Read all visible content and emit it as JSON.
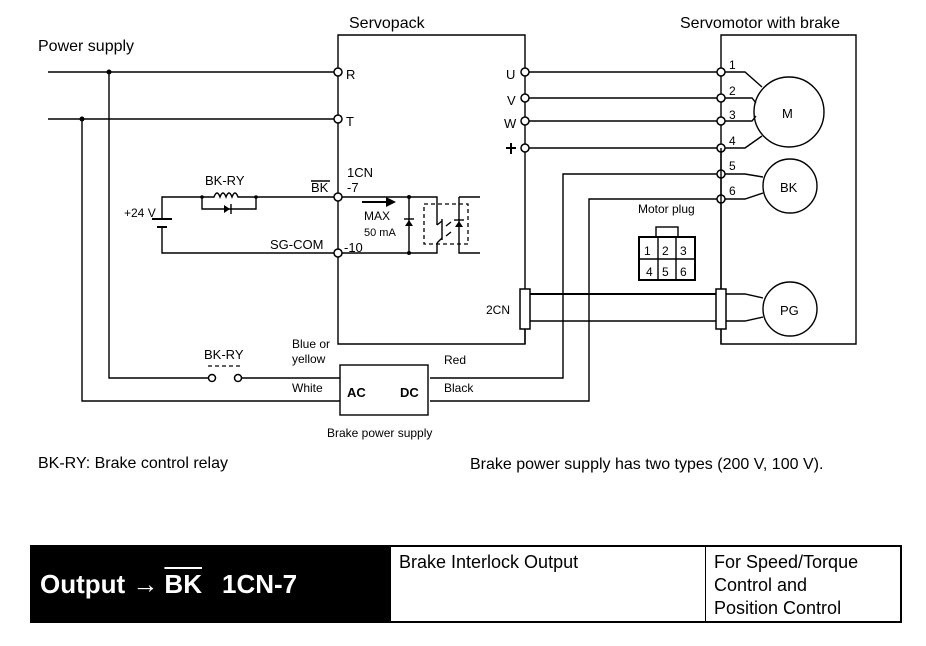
{
  "title_labels": {
    "power_supply": "Power supply",
    "servopack": "Servopack",
    "servomotor": "Servomotor with brake"
  },
  "servopack_terminals": {
    "r": "R",
    "t": "T",
    "u": "U",
    "v": "V",
    "w": "W",
    "ground": "⏚",
    "cn1": "1CN",
    "pin7": "-7",
    "pin10": "-10",
    "cn2": "2CN"
  },
  "control_circuit": {
    "relay_label": "BK-RY",
    "voltage": "+24 V",
    "bk_signal": "BK",
    "sg_com": "SG-COM",
    "max_label": "MAX",
    "current_label": "50 mA"
  },
  "motor": {
    "pins": [
      "1",
      "2",
      "3",
      "4",
      "5",
      "6"
    ],
    "motor_label": "M",
    "brake_label": "BK",
    "encoder_label": "PG",
    "plug_label": "Motor plug",
    "plug_pins": [
      "1",
      "2",
      "3",
      "4",
      "5",
      "6"
    ]
  },
  "brake_supply": {
    "relay_label": "BK-RY",
    "wire_blue": "Blue or",
    "wire_blue2": "yellow",
    "wire_white": "White",
    "wire_red": "Red",
    "wire_black": "Black",
    "ac": "AC",
    "dc": "DC",
    "caption": "Brake power supply"
  },
  "notes": {
    "relay_note": "BK-RY: Brake control relay",
    "supply_note": "Brake power supply has two types (200 V, 100 V)."
  },
  "summary_table": {
    "output_prefix": "Output →",
    "signal": "BK",
    "pin": "1CN-7",
    "description": "Brake Interlock Output",
    "mode_line1": "For Speed/Torque",
    "mode_line2": "Control and",
    "mode_line3": "Position Control"
  }
}
